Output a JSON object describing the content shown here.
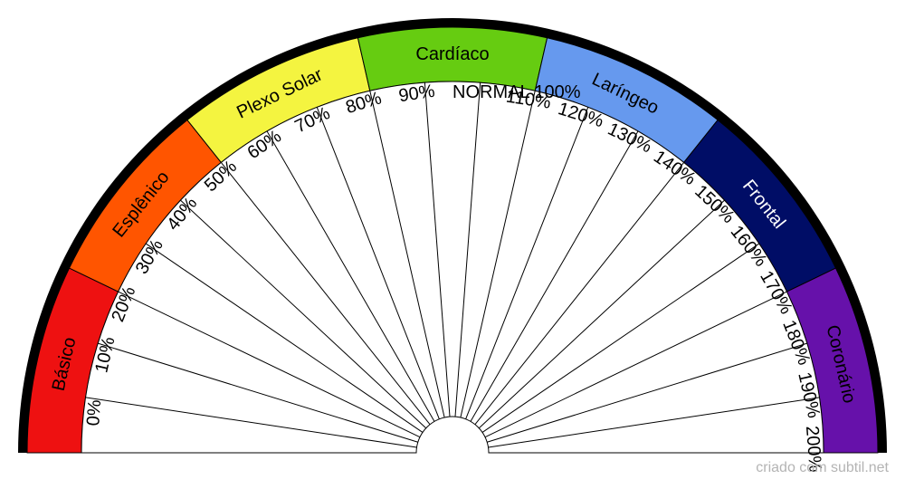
{
  "chart_data": {
    "type": "radial-gauge",
    "range": [
      0,
      200
    ],
    "step": 10,
    "ticks": [
      "0%",
      "10%",
      "20%",
      "30%",
      "40%",
      "50%",
      "60%",
      "70%",
      "80%",
      "90%",
      "NORMAL 100%",
      "110%",
      "120%",
      "130%",
      "140%",
      "150%",
      "160%",
      "170%",
      "180%",
      "190%",
      "200%"
    ],
    "bands": [
      {
        "label": "Básico",
        "color": "#ee1111",
        "text_color": "#000000"
      },
      {
        "label": "Esplênico",
        "color": "#ff5500",
        "text_color": "#000000"
      },
      {
        "label": "Plexo Solar",
        "color": "#f4f440",
        "text_color": "#000000"
      },
      {
        "label": "Cardíaco",
        "color": "#66cc11",
        "text_color": "#000000"
      },
      {
        "label": "Laríngeo",
        "color": "#6699ee",
        "text_color": "#000000"
      },
      {
        "label": "Frontal",
        "color": "#000d66",
        "text_color": "#ffffff"
      },
      {
        "label": "Coronário",
        "color": "#6611aa",
        "text_color": "#000000"
      }
    ]
  },
  "credit": "criado com subtil.net"
}
